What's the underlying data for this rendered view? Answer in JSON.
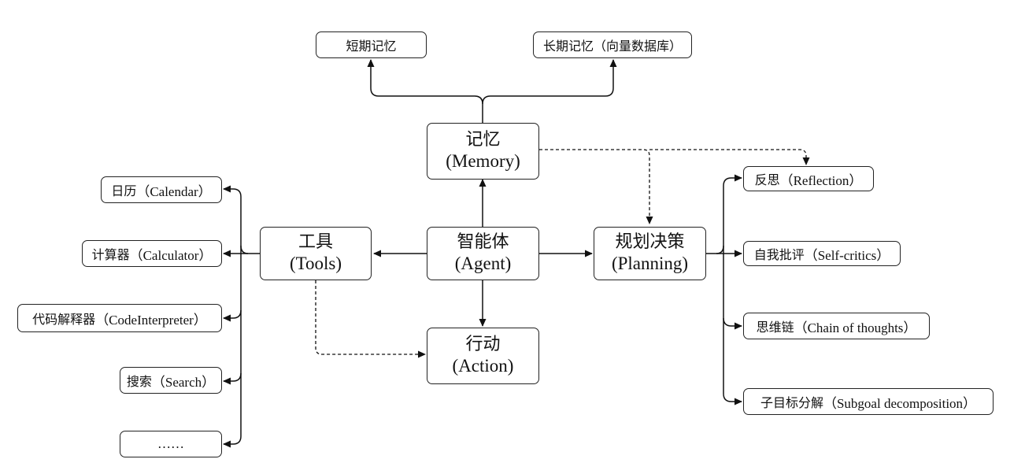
{
  "center": {
    "zh": "智能体",
    "en": "(Agent)"
  },
  "memory": {
    "zh": "记忆",
    "en": "(Memory)"
  },
  "tools": {
    "zh": "工具",
    "en": "(Tools)"
  },
  "planning": {
    "zh": "规划决策",
    "en": "(Planning)"
  },
  "action": {
    "zh": "行动",
    "en": "(Action)"
  },
  "memory_children": {
    "short_term": "短期记忆",
    "long_term": "长期记忆（向量数据库）"
  },
  "tool_items": [
    {
      "zh": "日历",
      "en": "（Calendar）"
    },
    {
      "zh": "计算器",
      "en": "（Calculator）"
    },
    {
      "zh": "代码解释器",
      "en": "（CodeInterpreter）"
    },
    {
      "zh": "搜索",
      "en": "（Search）"
    },
    {
      "zh": "",
      "en": "……"
    }
  ],
  "planning_items": [
    {
      "zh": "反思",
      "en": "（Reflection）"
    },
    {
      "zh": "自我批评",
      "en": "（Self-critics）"
    },
    {
      "zh": "思维链",
      "en": "（Chain of thoughts）"
    },
    {
      "zh": "子目标分解",
      "en": "（Subgoal decomposition）"
    }
  ]
}
